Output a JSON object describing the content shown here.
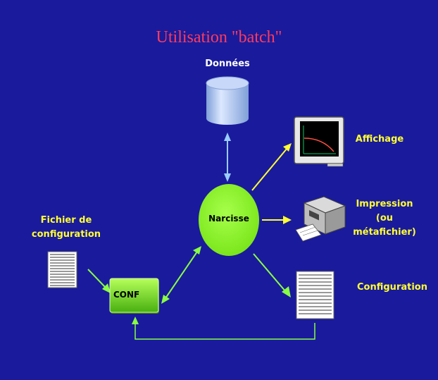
{
  "diagram": {
    "title": "Utilisation \"batch\"",
    "nodes": {
      "data": "Données",
      "center": "Narcisse",
      "conf": "CONF",
      "config_file": "Fichier de configuration",
      "display": "Affichage",
      "print_line1": "Impression",
      "print_line2": "(ou métafichier)",
      "configuration": "Configuration"
    }
  },
  "colors": {
    "background": "#1a1a9c",
    "title": "#ff3b5c",
    "label": "#ffff33",
    "arrow_green": "#88ff44",
    "arrow_yellow": "#ffff33",
    "arrow_lightblue": "#99ccff",
    "node_green": "#8ef024"
  }
}
